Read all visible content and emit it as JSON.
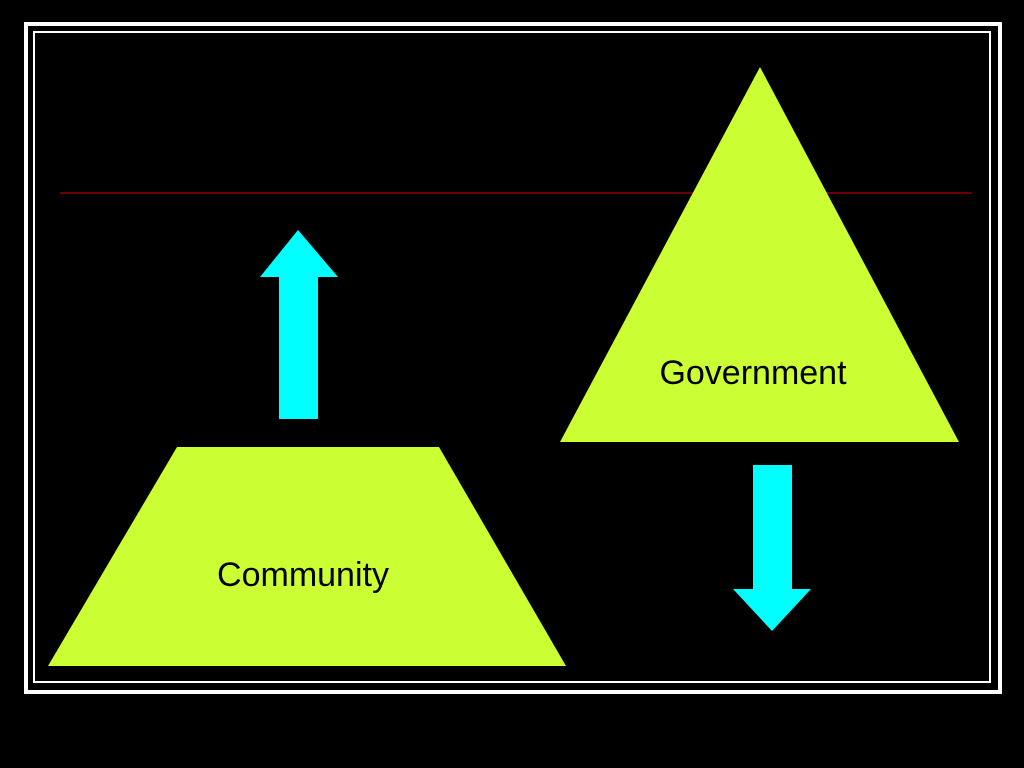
{
  "diagram": {
    "shapes": {
      "government_label": "Government",
      "community_label": "Community"
    },
    "colors": {
      "background": "#000000",
      "frame": "#ffffff",
      "shape_fill": "#ccff33",
      "arrow_fill": "#00ffff",
      "divider_line": "#8b0000"
    },
    "arrows": {
      "community_arrow_direction": "up",
      "government_arrow_direction": "down"
    }
  }
}
